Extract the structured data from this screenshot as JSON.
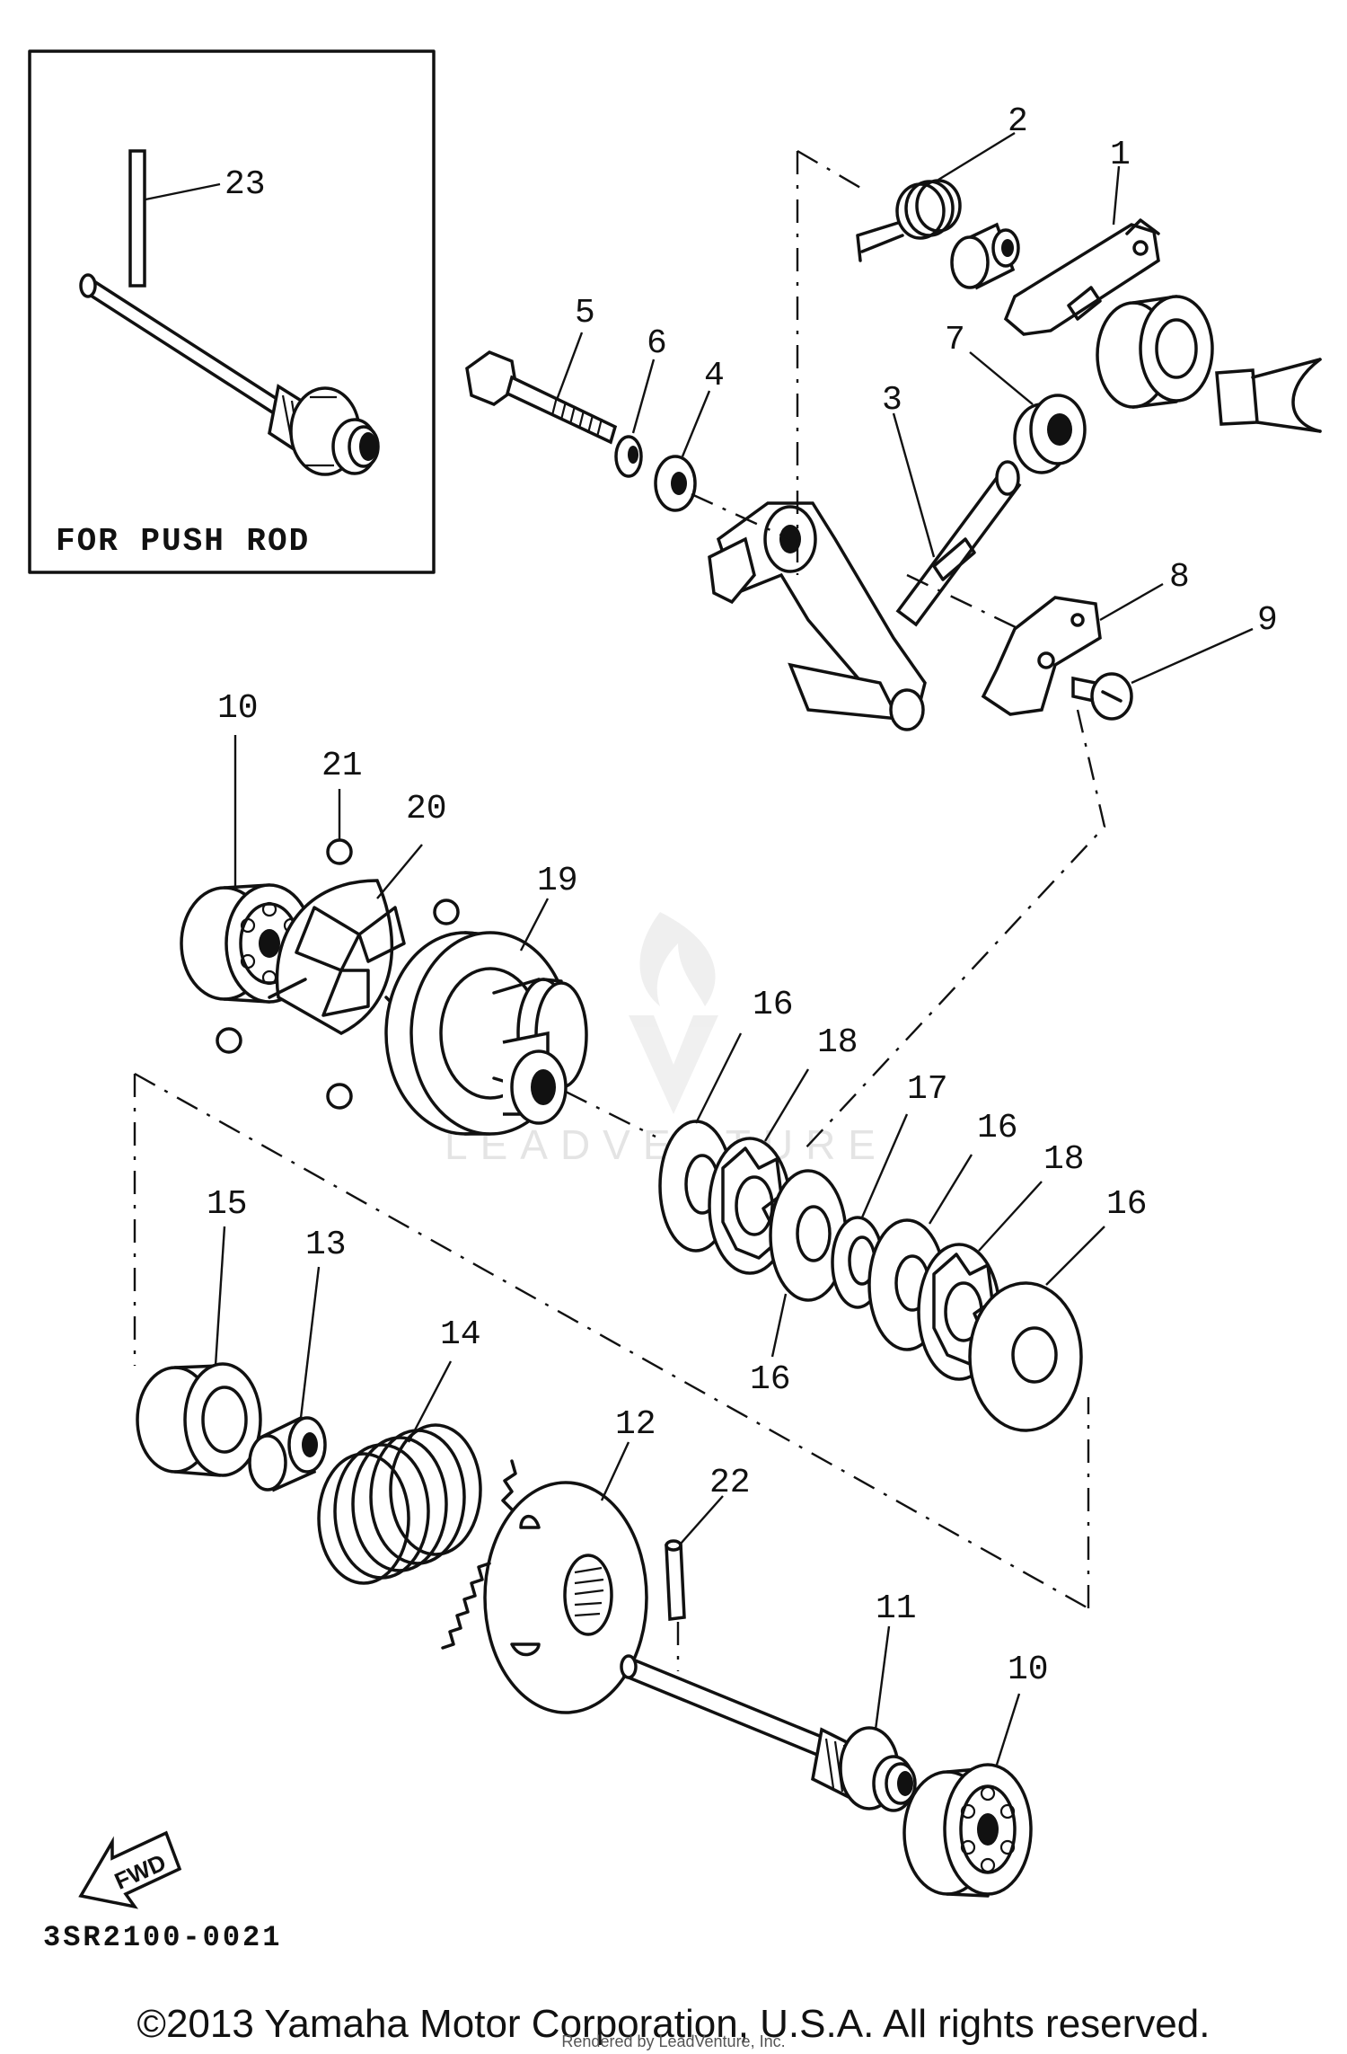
{
  "inset": {
    "caption": "FOR PUSH ROD"
  },
  "callouts": {
    "c1": "1",
    "c2": "2",
    "c3": "3",
    "c4": "4",
    "c5": "5",
    "c6": "6",
    "c7": "7",
    "c8": "8",
    "c9": "9",
    "c10a": "10",
    "c10b": "10",
    "c11": "11",
    "c12": "12",
    "c13": "13",
    "c14": "14",
    "c15": "15",
    "c16a": "16",
    "c16b": "16",
    "c16c": "16",
    "c16d": "16",
    "c17": "17",
    "c18a": "18",
    "c18b": "18",
    "c19": "19",
    "c20": "20",
    "c21": "21",
    "c22": "22",
    "c23": "23"
  },
  "fwd_label": "FWD",
  "diagram_code": "3SR2100-0021",
  "watermark": "LEADVENTURE",
  "copyright": "©2013 Yamaha Motor Corporation, U.S.A. All rights reserved.",
  "rendered_by": "Rendered by LeadVenture, Inc."
}
